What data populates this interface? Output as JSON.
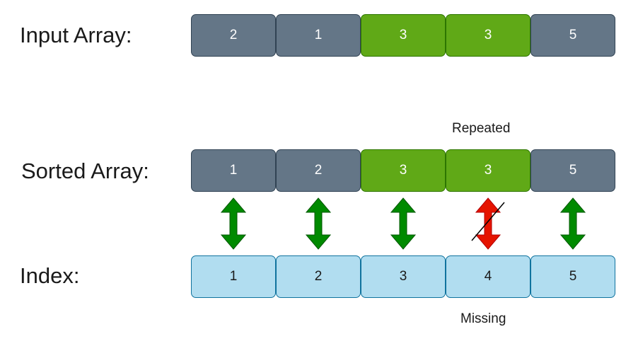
{
  "labels": {
    "input": "Input Array:",
    "sorted": "Sorted Array:",
    "index": "Index:"
  },
  "input_array": [
    {
      "value": "2",
      "color": "gray"
    },
    {
      "value": "1",
      "color": "gray"
    },
    {
      "value": "3",
      "color": "green"
    },
    {
      "value": "3",
      "color": "green"
    },
    {
      "value": "5",
      "color": "gray"
    }
  ],
  "sorted_array": [
    {
      "value": "1",
      "color": "gray"
    },
    {
      "value": "2",
      "color": "gray"
    },
    {
      "value": "3",
      "color": "green"
    },
    {
      "value": "3",
      "color": "green"
    },
    {
      "value": "5",
      "color": "gray"
    }
  ],
  "index_array": [
    "1",
    "2",
    "3",
    "4",
    "5"
  ],
  "annotations": {
    "repeated": "Repeated",
    "missing": "Missing"
  },
  "arrows": [
    {
      "status": "match",
      "color": "#008a00"
    },
    {
      "status": "match",
      "color": "#008a00"
    },
    {
      "status": "match",
      "color": "#008a00"
    },
    {
      "status": "mismatch",
      "color": "#e51400"
    },
    {
      "status": "match",
      "color": "#008a00"
    }
  ],
  "colors": {
    "gray_fill": "#647687",
    "green_fill": "#60a917",
    "blue_fill": "#b1ddf0",
    "match_arrow": "#008a00",
    "mismatch_arrow": "#e51400"
  }
}
